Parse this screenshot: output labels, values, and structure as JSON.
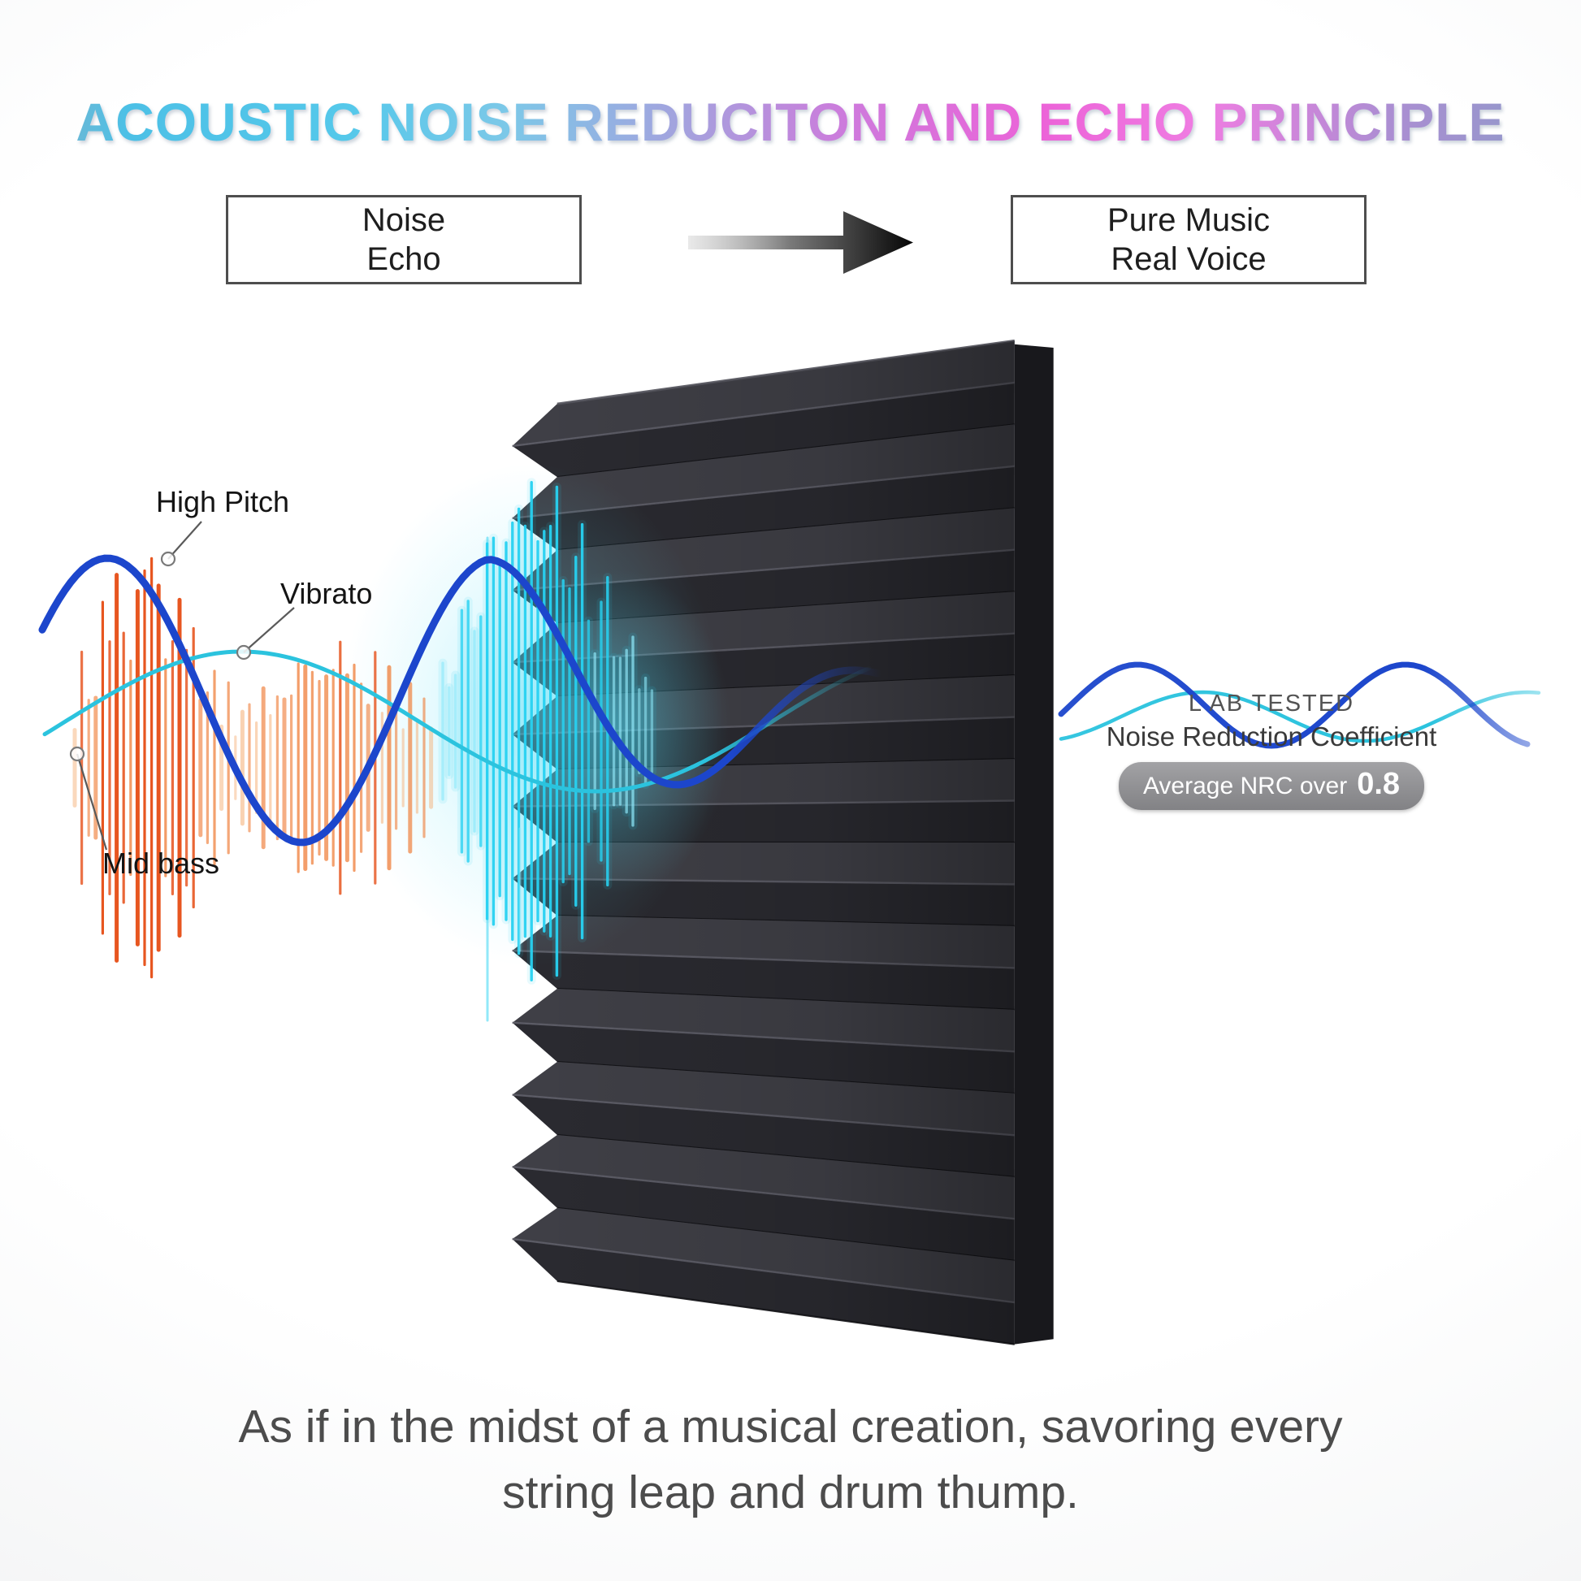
{
  "title": "ACOUSTIC NOISE REDUCITON AND ECHO PRINCIPLE",
  "flow": {
    "before": {
      "line1": "Noise",
      "line2": "Echo"
    },
    "after": {
      "line1": "Pure Music",
      "line2": "Real Voice"
    }
  },
  "wave_labels": {
    "high_pitch": "High Pitch",
    "vibrato": "Vibrato",
    "mid_bass": "Mid bass"
  },
  "lab": {
    "tested": "L AB TESTED",
    "coefficient": "Noise Reduction Coefficient",
    "badge_label": "Average NRC over",
    "badge_value": "0.8"
  },
  "caption": {
    "line1": "As if in the midst of a musical creation, savoring every",
    "line2": "string leap and drum thump."
  },
  "colors": {
    "wave_blue": "#1c46cc",
    "wave_teal": "#2bc3de",
    "burst_orange_strong": "#e64d15",
    "burst_orange_mid": "#ef7a33",
    "burst_orange_soft": "#f6b077",
    "burst_cyan_strong": "#27d2f2",
    "burst_cyan_soft": "#8feafb",
    "foam_face_light": "#3f3f46",
    "foam_face_dark": "#2a2a30",
    "foam_side": "#18181c"
  }
}
